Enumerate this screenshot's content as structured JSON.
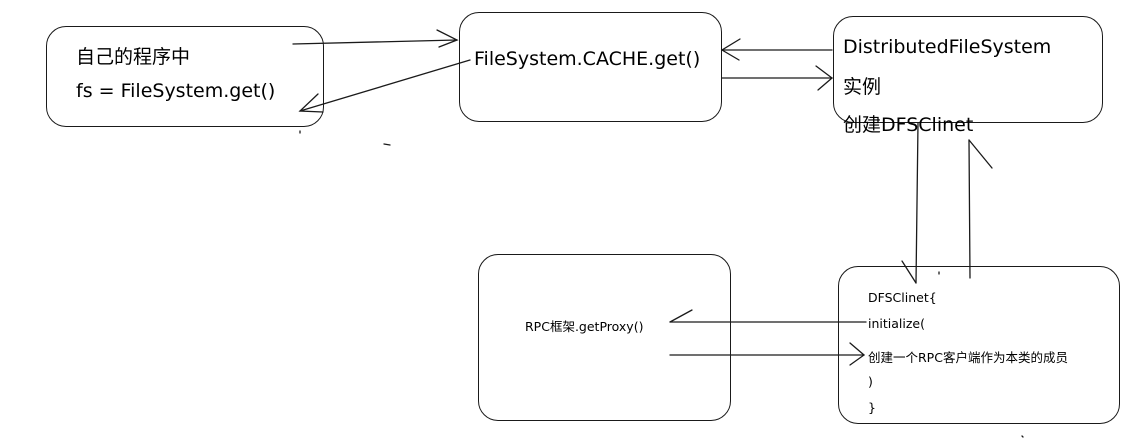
{
  "own_program": {
    "line1": "自己的程序中",
    "line2": "fs = FileSystem.get()"
  },
  "cache": {
    "label": "FileSystem.CACHE.get()"
  },
  "dfs_instance": {
    "line1": "DistributedFileSystem",
    "line2": "实例",
    "line3": "创建DFSClinet"
  },
  "rpc": {
    "label": "RPC框架.getProxy()"
  },
  "dfsclient": {
    "line1": "DFSClinet{",
    "line2": "initialize(",
    "line3": "创建一个RPC客户端作为本类的成员",
    "line4": ")",
    "line5": "}"
  }
}
